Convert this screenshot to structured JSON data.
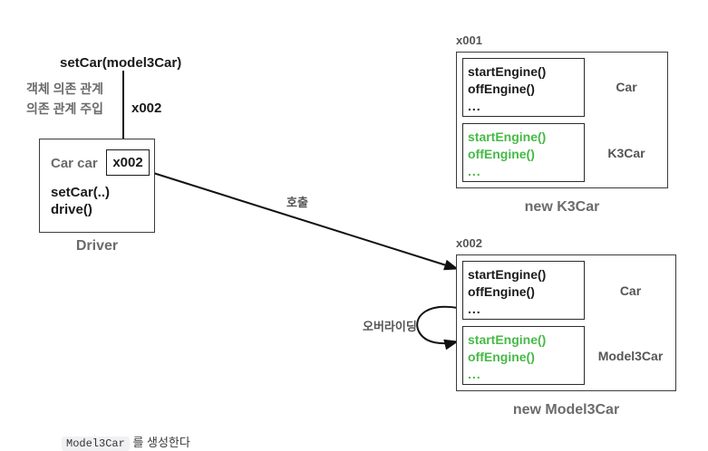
{
  "diagram": {
    "title_annotations": {
      "setcar_call": "setCar(model3Car)",
      "dependency_line1": "객체 의존 관계",
      "dependency_line2": "의존 관계 주입",
      "injected_value": "x002"
    },
    "edge_labels": {
      "call": "호출",
      "overriding": "오버라이딩"
    },
    "driver": {
      "field_type_name": "Car car",
      "field_value": "x002",
      "methods": [
        "setCar(..)",
        "drive()"
      ],
      "caption": "Driver"
    },
    "k3car_instance": {
      "address": "x001",
      "caption": "new K3Car",
      "layers": [
        {
          "class_label": "Car",
          "members": [
            "startEngine()",
            "offEngine()",
            "..."
          ],
          "color": "#1a1a1a"
        },
        {
          "class_label": "K3Car",
          "members": [
            "startEngine()",
            "offEngine()",
            "..."
          ],
          "color": "#46ba46"
        }
      ]
    },
    "model3car_instance": {
      "address": "x002",
      "caption": "new Model3Car",
      "layers": [
        {
          "class_label": "Car",
          "members": [
            "startEngine()",
            "offEngine()",
            "..."
          ],
          "color": "#1a1a1a"
        },
        {
          "class_label": "Model3Car",
          "members": [
            "startEngine()",
            "offEngine()",
            "..."
          ],
          "color": "#46ba46"
        }
      ]
    },
    "bottom_note": {
      "code": "Model3Car",
      "text": "를 생성한다"
    },
    "colors": {
      "override_green": "#46ba46",
      "label_gray": "#6b6b6b",
      "stroke": "#2b2b2b"
    }
  }
}
